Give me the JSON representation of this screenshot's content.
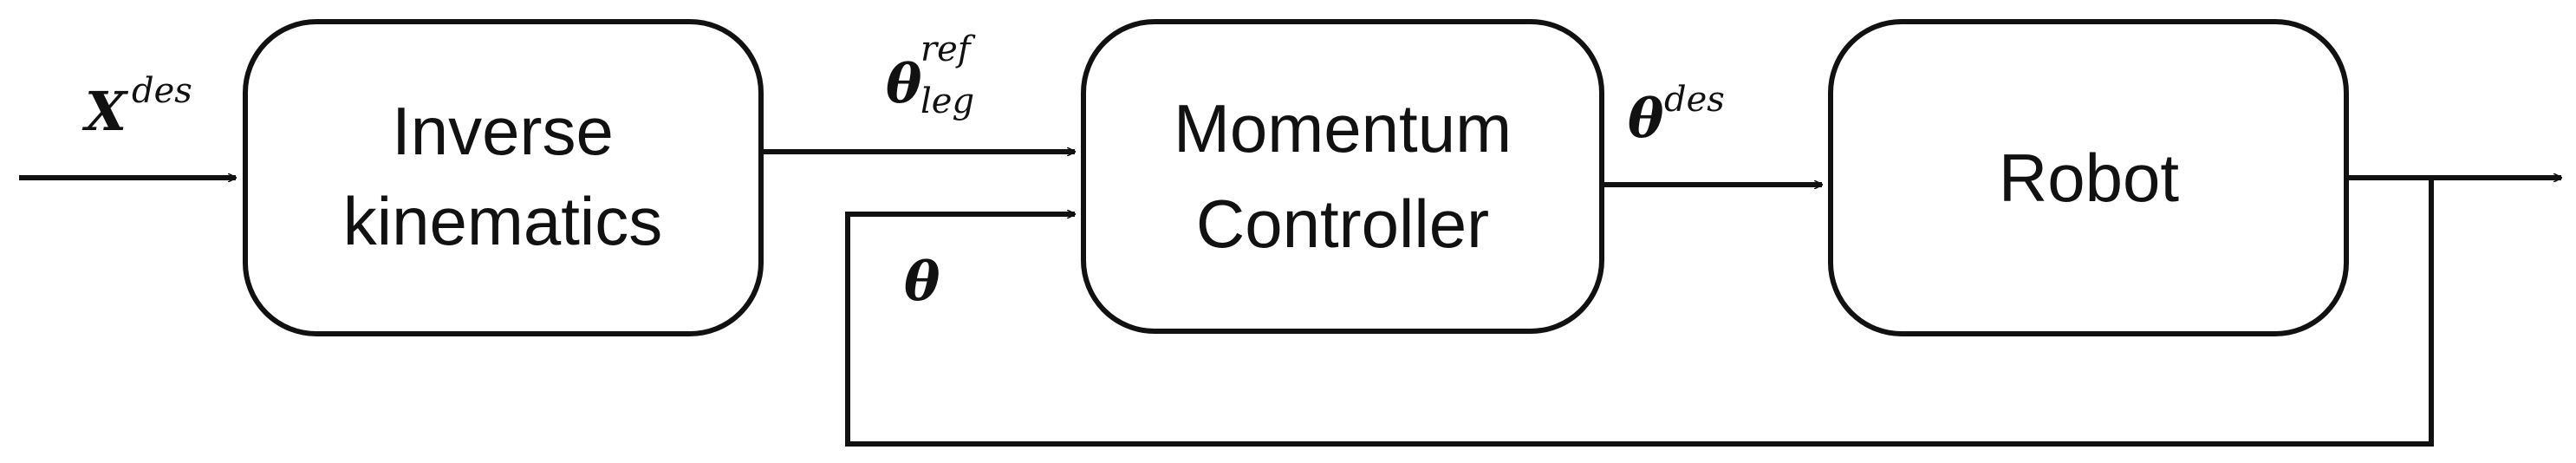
{
  "blocks": {
    "inverse_kinematics": {
      "line1": "Inverse",
      "line2": "kinematics"
    },
    "momentum_controller": {
      "line1": "Momentum",
      "line2": "Controller"
    },
    "robot": {
      "label": "Robot"
    }
  },
  "signals": {
    "x_des": {
      "symbol": "X",
      "superscript": "des"
    },
    "theta_ref_leg": {
      "symbol": "θ",
      "superscript": "ref",
      "subscript": "leg"
    },
    "theta_des": {
      "symbol": "θ",
      "superscript": "des"
    },
    "theta_feedback": {
      "symbol": "θ"
    }
  }
}
